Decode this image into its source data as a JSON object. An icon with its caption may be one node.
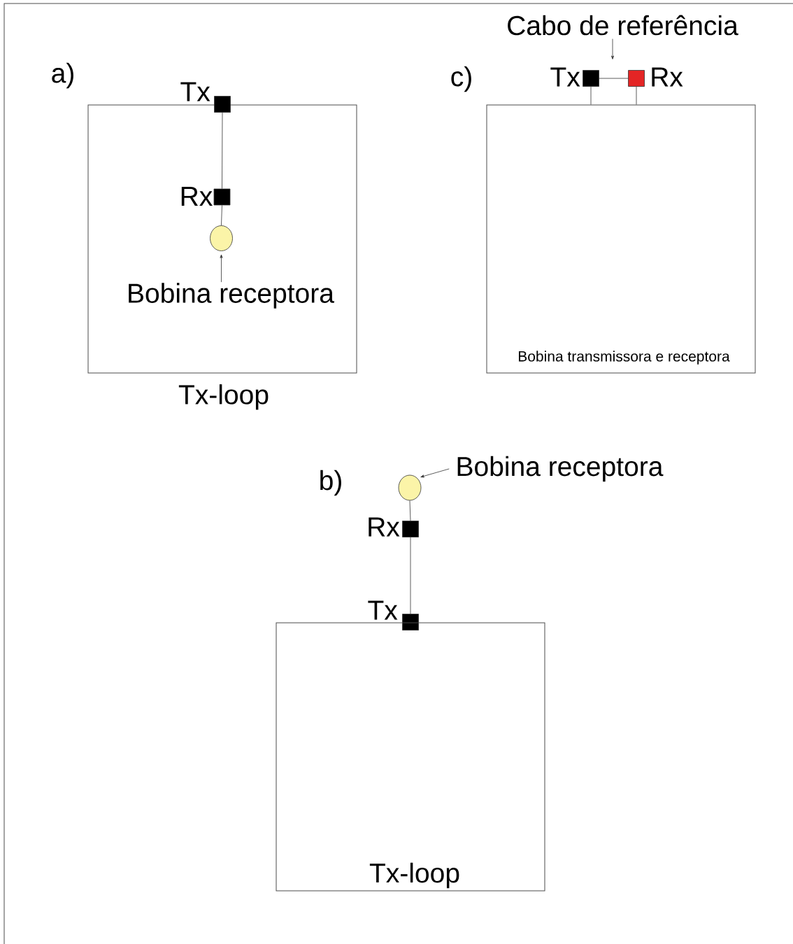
{
  "diagram": {
    "nodes": [
      {
        "text": [
          "Tx-loop"
        ]
      },
      {
        "text": [
          "Tx"
        ]
      },
      {
        "text": [
          "Rx"
        ],
        "in": 0
      },
      {
        "text": [],
        "shape": "circle",
        "in": 0
      },
      {
        "text": [
          "Bobina receptora"
        ],
        "in": 0
      },
      {
        "text": [
          "Bobina transmissora e receptora"
        ]
      },
      {
        "text": [
          "Tx"
        ]
      },
      {
        "text": [
          "Rx"
        ]
      },
      {
        "text": [
          "Cabo de referência"
        ]
      },
      {
        "text": [
          "Bobina receptora"
        ]
      },
      {
        "text": [],
        "shape": "circle"
      },
      {
        "text": [
          "Rx"
        ]
      },
      {
        "text": [
          "Tx"
        ]
      },
      {
        "text": [
          "Tx-loop"
        ]
      }
    ],
    "edges": [
      {
        "from": 1,
        "to": 2,
        "arrow": "none"
      },
      {
        "from": 2,
        "to": 3,
        "arrow": "none"
      },
      {
        "from": 4,
        "to": 3,
        "arrow": "to"
      },
      {
        "from": 6,
        "to": 7,
        "arrow": "none"
      },
      {
        "from": 6,
        "to": 5,
        "arrow": "none"
      },
      {
        "from": 7,
        "to": 5,
        "arrow": "none"
      },
      {
        "from": 8,
        "to": null,
        "arrow": "to"
      },
      {
        "from": 9,
        "to": 10,
        "arrow": "to"
      },
      {
        "from": 10,
        "to": 11,
        "arrow": "none"
      },
      {
        "from": 11,
        "to": 12,
        "arrow": "none"
      }
    ],
    "labels": [
      "a)",
      "c)",
      "b)"
    ]
  }
}
